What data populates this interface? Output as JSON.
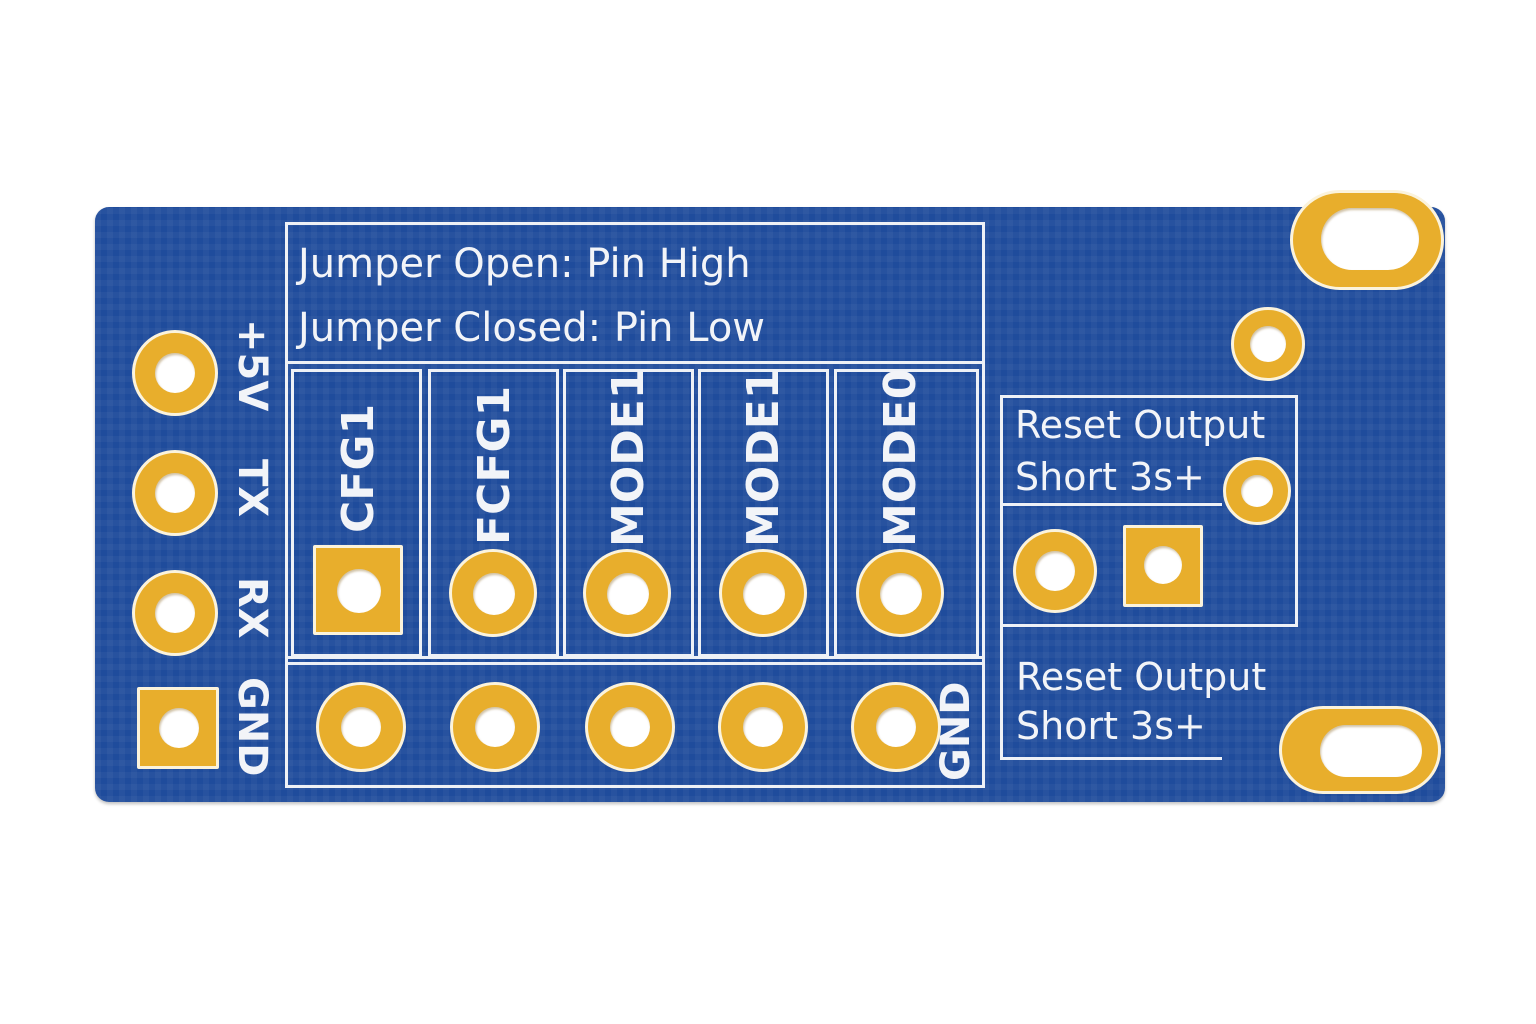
{
  "board": {
    "color": "#1f4c9c",
    "pad_color": "#e8ae2c",
    "silkscreen_color": "#eef1f6"
  },
  "header_pins": [
    {
      "label": "+5V",
      "shape": "round"
    },
    {
      "label": "TX",
      "shape": "round"
    },
    {
      "label": "RX",
      "shape": "round"
    },
    {
      "label": "GND",
      "shape": "square"
    }
  ],
  "info_box": {
    "line1": "Jumper Open: Pin High",
    "line2": "Jumper Closed: Pin Low"
  },
  "jumpers": [
    {
      "label": "CFG1",
      "pad_shape": "square"
    },
    {
      "label": "FCFG1",
      "pad_shape": "round"
    },
    {
      "label": "MODE1",
      "pad_shape": "round"
    },
    {
      "label": "MODE1",
      "pad_shape": "round"
    },
    {
      "label": "MODE0",
      "pad_shape": "round"
    }
  ],
  "gnd_row": {
    "label": "GND",
    "pad_count": 5
  },
  "reset_section": {
    "top_label_line1": "Reset Output",
    "top_label_line2": "Short 3s+",
    "bottom_label_line1": "Reset Output",
    "bottom_label_line2": "Short 3s+"
  },
  "mounting_holes": [
    {
      "name": "top-right-slot",
      "shape": "slot"
    },
    {
      "name": "bottom-right-slot",
      "shape": "slot"
    },
    {
      "name": "small-via-top",
      "shape": "round"
    }
  ]
}
